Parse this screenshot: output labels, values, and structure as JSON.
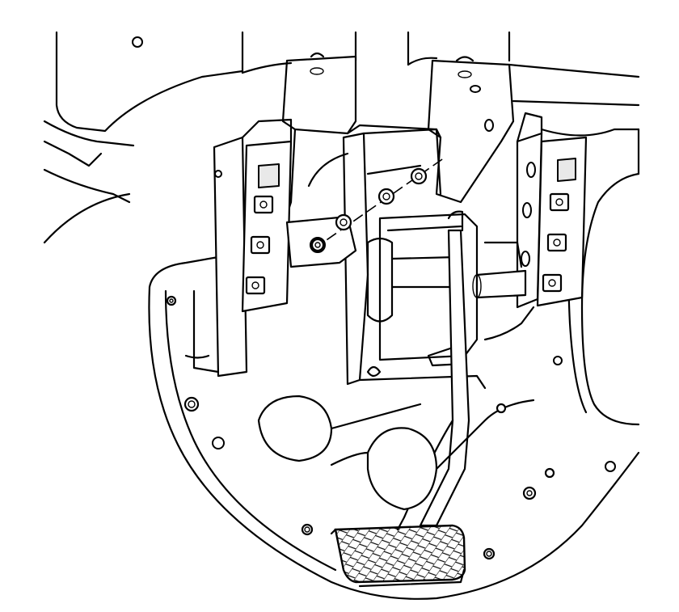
{
  "figure": {
    "subject": "brake-pedal-assembly",
    "colors": {
      "line": "#000000",
      "background": "#ffffff",
      "shade": "#e9e9e9"
    },
    "fasteners_shown": 4,
    "mounting_holes_per_bracket": 3
  }
}
